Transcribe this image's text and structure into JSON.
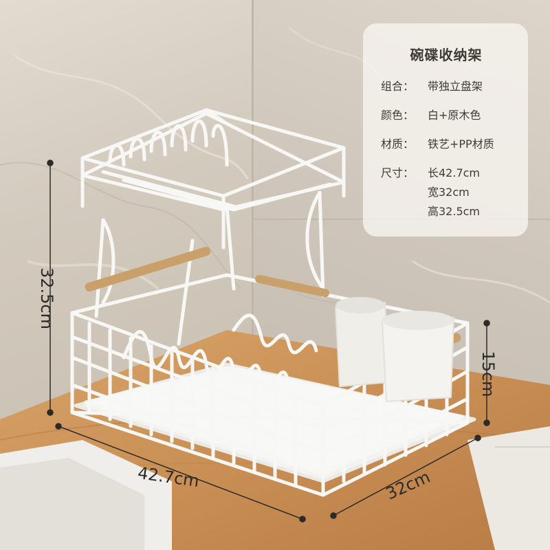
{
  "product": {
    "title": "碗碟收纳架",
    "specs": [
      {
        "label": "组合：",
        "values": [
          "带独立盘架"
        ]
      },
      {
        "label": "颜色：",
        "values": [
          "白+原木色"
        ]
      },
      {
        "label": "材质：",
        "values": [
          "铁艺+PP材质"
        ]
      },
      {
        "label": "尺寸：",
        "values": [
          "长42.7cm",
          "宽32cm",
          "高32.5cm"
        ]
      }
    ]
  },
  "dimensions": {
    "height": "32.5cm",
    "depth": "15cm",
    "length": "42.7cm",
    "width": "32cm"
  },
  "colors": {
    "rack": "#f8f8f6",
    "wood": "#c9a06a",
    "countertop": "#c98f55",
    "card": "#f4f1ec",
    "text": "#3e3a36"
  }
}
